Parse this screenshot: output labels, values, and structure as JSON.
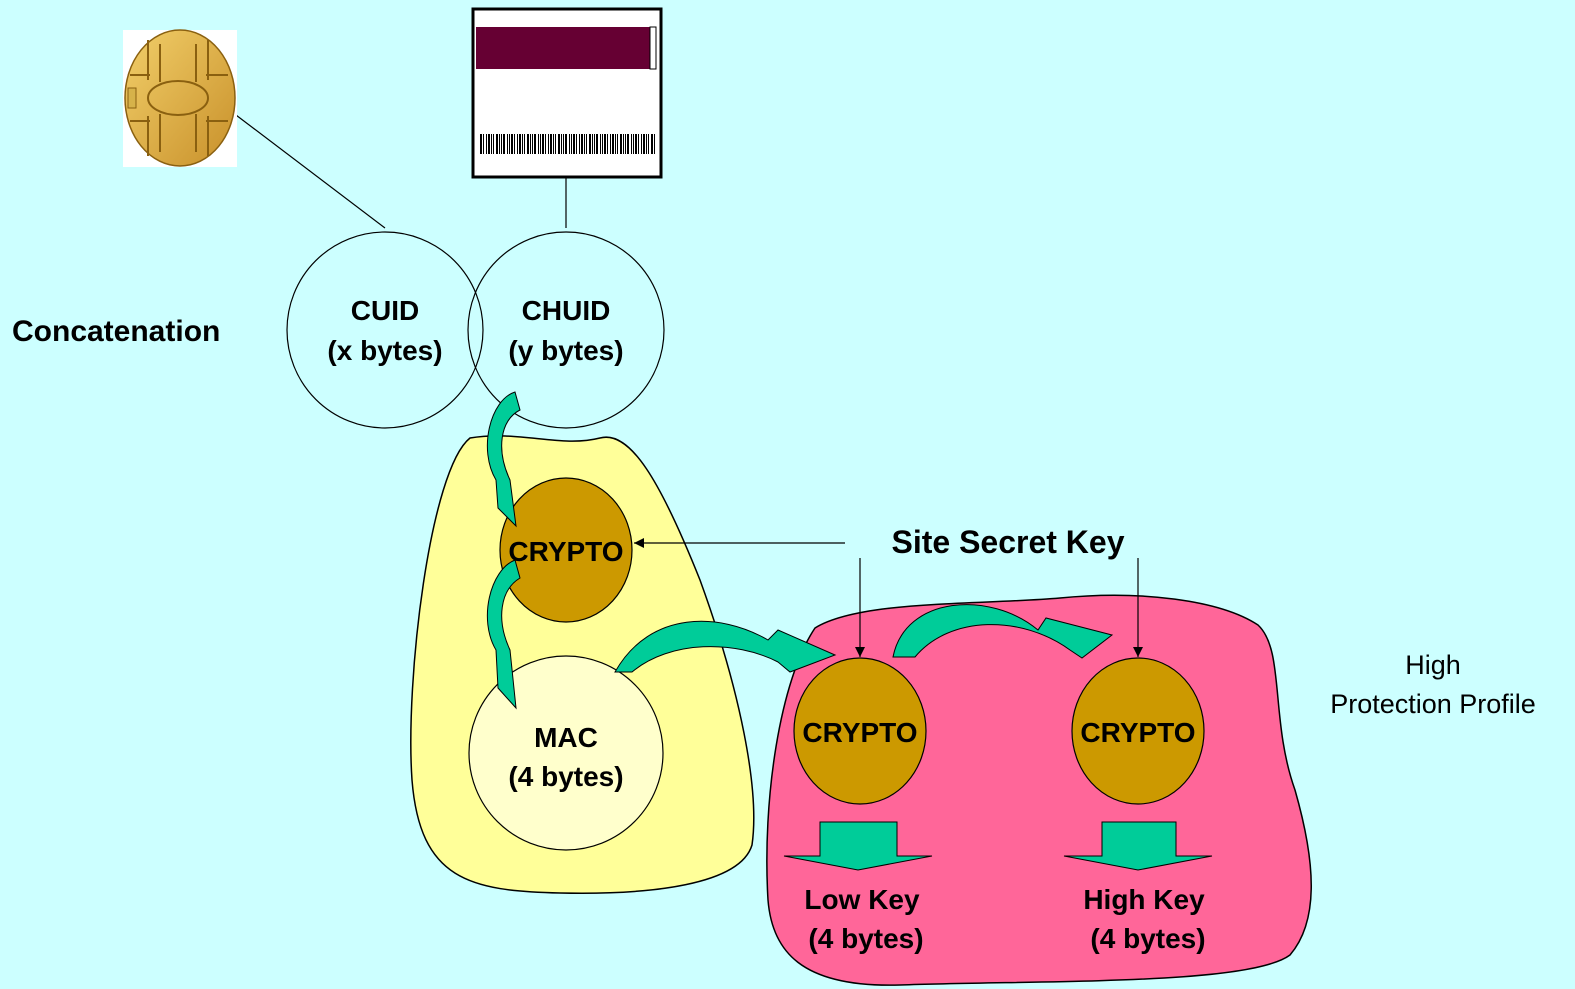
{
  "colors": {
    "background": "#ccffff",
    "yellow_region": "#ffff99",
    "pink_region": "#ff6699",
    "crypto_fill": "#cc9900",
    "arrow_fill": "#00cc99",
    "card_stripe": "#660033",
    "chip_gold": "#e0b040"
  },
  "icons": {
    "chip": "smart-card-chip-icon",
    "card": "id-card-barcode-icon"
  },
  "labels": {
    "concatenation": "Concatenation",
    "cuid_line1": "CUID",
    "cuid_line2": "(x bytes)",
    "chuid_line1": "CHUID",
    "chuid_line2": "(y bytes)",
    "crypto_top": "CRYPTO",
    "mac_line1": "MAC",
    "mac_line2": "(4 bytes)",
    "site_secret_key": "Site Secret Key",
    "crypto_low": "CRYPTO",
    "crypto_high": "CRYPTO",
    "low_key_line1": "Low Key",
    "low_key_line2": "(4 bytes)",
    "high_key_line1": "High Key",
    "high_key_line2": "(4 bytes)",
    "profile_line1": "High",
    "profile_line2": "Protection Profile"
  }
}
